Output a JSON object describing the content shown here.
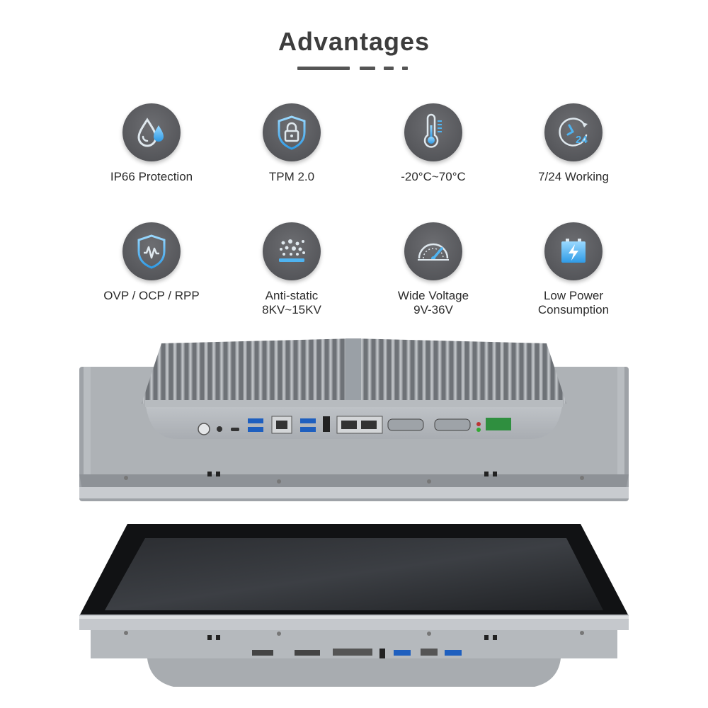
{
  "heading": {
    "title": "Advantages"
  },
  "features": [
    {
      "icon": "water-drops-icon",
      "lines": [
        "IP66 Protection"
      ]
    },
    {
      "icon": "security-lock-icon",
      "lines": [
        "TPM 2.0"
      ]
    },
    {
      "icon": "thermometer-icon",
      "lines": [
        "-20°C~70°C"
      ]
    },
    {
      "icon": "clock-24-icon",
      "lines": [
        "7/24 Working"
      ]
    },
    {
      "icon": "shield-wave-icon",
      "lines": [
        "OVP / OCP / RPP"
      ]
    },
    {
      "icon": "static-particles-icon",
      "lines": [
        "Anti-static",
        "8KV~15KV"
      ]
    },
    {
      "icon": "gauge-icon",
      "lines": [
        "Wide Voltage",
        "9V-36V"
      ]
    },
    {
      "icon": "battery-charge-icon",
      "lines": [
        "Low Power",
        "Consumption"
      ]
    }
  ],
  "colors": {
    "icon_accent": "#4fb3f0",
    "icon_bg": "#5a5b5f",
    "title": "#3d3d3d"
  },
  "product_images": [
    {
      "name": "panel-pc-rear-view"
    },
    {
      "name": "panel-pc-front-view"
    }
  ]
}
